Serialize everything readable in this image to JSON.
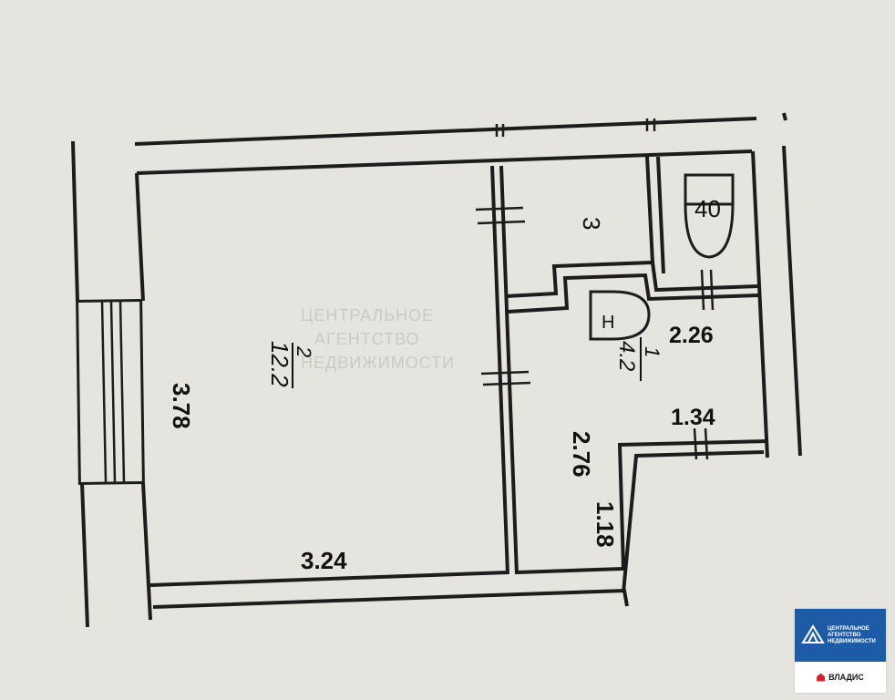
{
  "plan": {
    "room_main": {
      "number": "2",
      "area": "12.2"
    },
    "room_hall": {
      "number": "1",
      "area": "4.2"
    },
    "room_storage": {
      "number": "3"
    },
    "dimensions": {
      "main_height": "3.78",
      "main_width": "3.24",
      "hall_top": "2.26",
      "hall_mid": "1.34",
      "hall_height": "2.76",
      "hall_bottom": "1.18"
    },
    "fixtures": {
      "bathroom_label": "Н",
      "toilet_label": "40"
    }
  },
  "watermark": {
    "line1": "ЦЕНТРАЛЬНОЕ",
    "line2": "АГЕНТСТВО",
    "line3": "НЕДВИЖИМОСТИ"
  },
  "logo": {
    "line1": "ЦЕНТРАЛЬНОЕ",
    "line2": "АГЕНТСТВО",
    "line3": "НЕДВИЖИМОСТИ",
    "brand": "ВЛАДИС",
    "colors": {
      "blue": "#1e5ba7",
      "red": "#d2232a"
    }
  }
}
